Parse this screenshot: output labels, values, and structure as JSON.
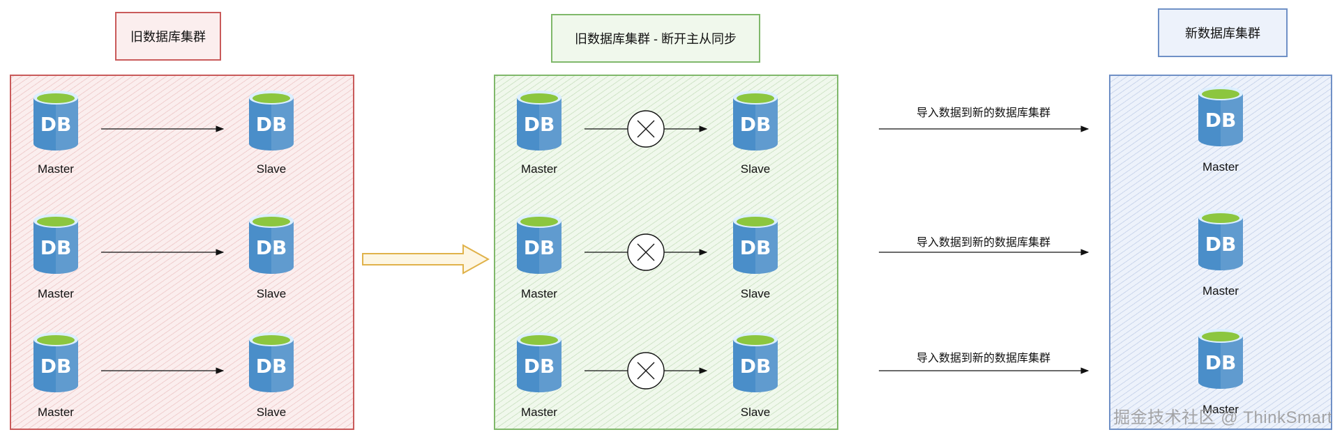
{
  "titles": {
    "old_cluster": "旧数据库集群",
    "old_cluster_break": "旧数据库集群 - 断开主从同步",
    "new_cluster": "新数据库集群"
  },
  "db_icon_text": "DB",
  "labels": {
    "master": "Master",
    "slave": "Slave"
  },
  "import_label": "导入数据到新的数据库集群",
  "watermark": "掘金技术社区 @ ThinkSmart",
  "colors": {
    "old_cluster": "#c95a5a",
    "break_cluster": "#7fb86a",
    "new_cluster": "#6f90c6",
    "db_body": "#4a8ec9",
    "db_top": "#8cc63f",
    "transition_arrow": "#e0b24a"
  }
}
